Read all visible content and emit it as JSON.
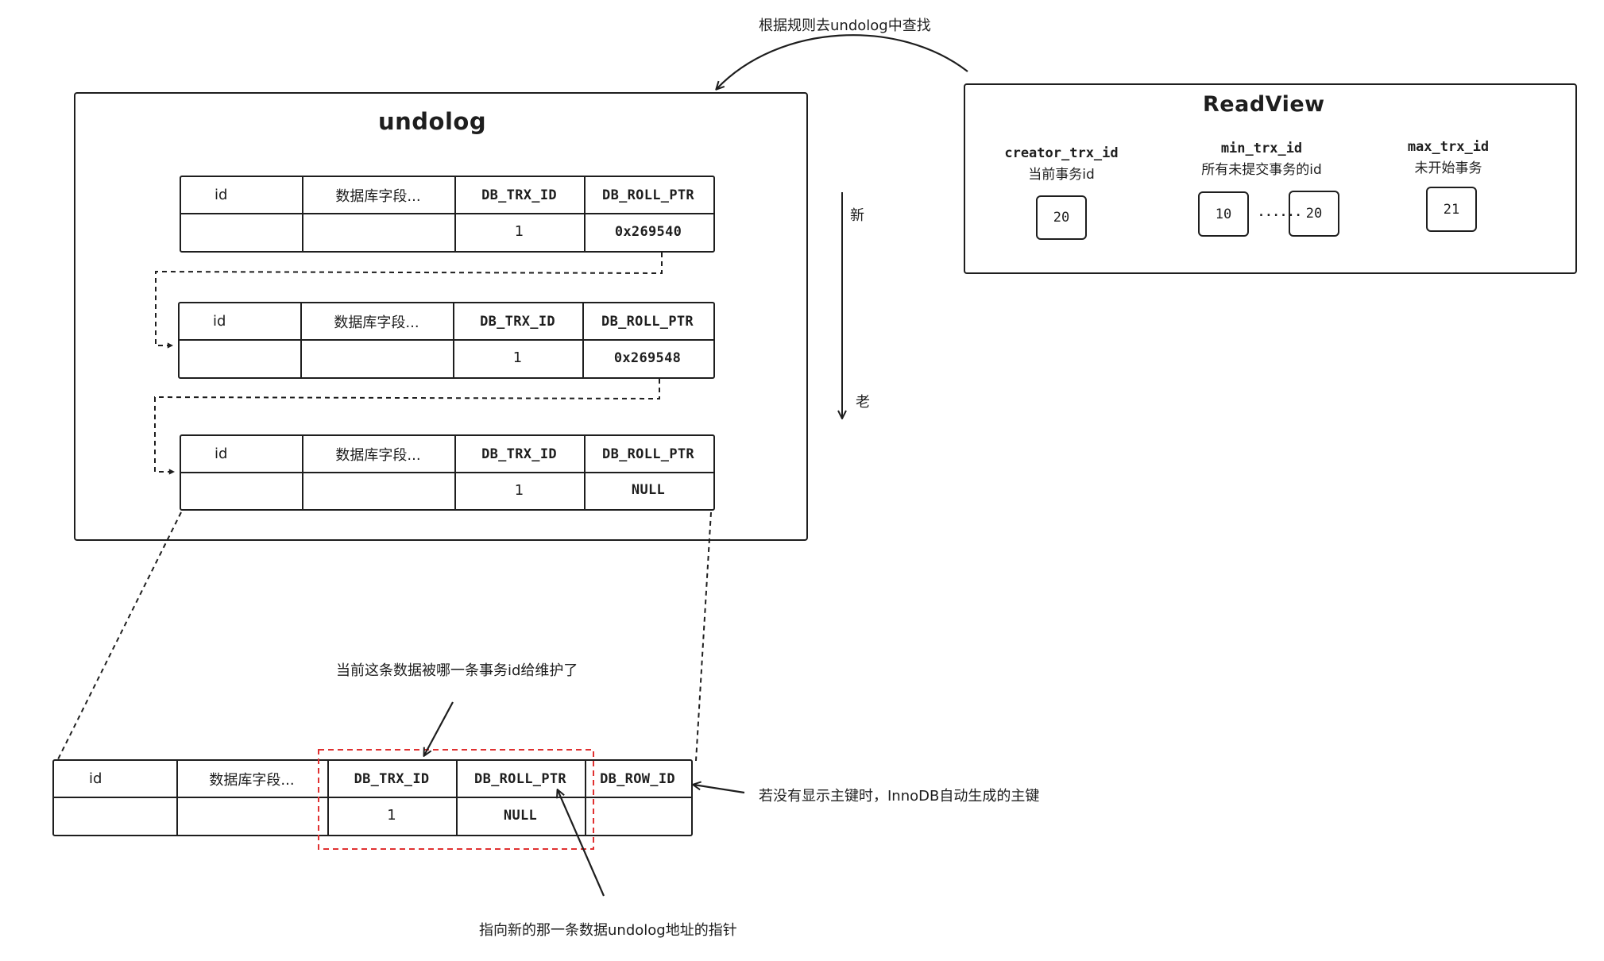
{
  "top_note": "根据规则去undolog中查找",
  "undolog": {
    "title": "undolog",
    "columns": [
      "id",
      "数据库字段...",
      "DB_TRX_ID",
      "DB_ROLL_PTR"
    ],
    "rows": [
      {
        "id": "",
        "fields": "",
        "trx_id": "1",
        "roll_ptr": "0x269540"
      },
      {
        "id": "",
        "fields": "",
        "trx_id": "1",
        "roll_ptr": "0x269548"
      },
      {
        "id": "",
        "fields": "",
        "trx_id": "1",
        "roll_ptr": "NULL"
      }
    ]
  },
  "order": {
    "new": "新",
    "old": "老"
  },
  "readview": {
    "title": "ReadView",
    "creator": {
      "name": "creator_trx_id",
      "desc": "当前事务id",
      "value": "20"
    },
    "min": {
      "name": "min_trx_id",
      "desc": "所有未提交事务的id",
      "value_low": "10",
      "ellipsis": "......",
      "value_high": "20"
    },
    "max": {
      "name": "max_trx_id",
      "desc": "未开始事务",
      "value": "21"
    }
  },
  "record": {
    "columns": [
      "id",
      "数据库字段...",
      "DB_TRX_ID",
      "DB_ROLL_PTR",
      "DB_ROW_ID"
    ],
    "row": {
      "id": "",
      "fields": "",
      "trx_id": "1",
      "roll_ptr": "NULL",
      "row_id": ""
    }
  },
  "notes": {
    "trx_id_note": "当前这条数据被哪一条事务id给维护了",
    "row_id_note": "若没有显示主键时，InnoDB自动生成的主键",
    "roll_ptr_note": "指向新的那一条数据undolog地址的指针"
  },
  "colors": {
    "stroke": "#1e1e1e",
    "highlight": "#e03131"
  }
}
